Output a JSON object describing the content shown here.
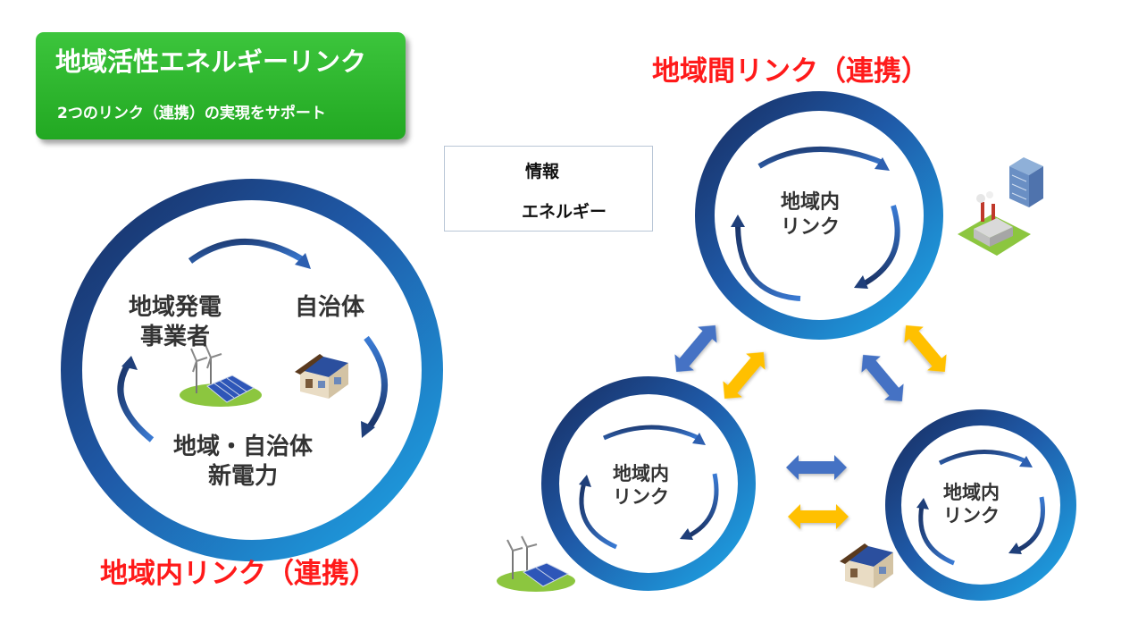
{
  "title_box": {
    "main": "地域活性エネルギーリンク",
    "sub": "2つのリンク（連携）の実現をサポート"
  },
  "legend": {
    "info_label": "情報",
    "energy_label": "エネルギー",
    "info_color": "#4472c4",
    "energy_color": "#ffc000"
  },
  "left_diagram": {
    "node_generator_line1": "地域発電",
    "node_generator_line2": "事業者",
    "node_municipality": "自治体",
    "node_power_line1": "地域・自治体",
    "node_power_line2": "新電力",
    "caption": "地域内リンク（連携）"
  },
  "right_diagram": {
    "caption": "地域間リンク（連携）",
    "circle_top_line1": "地域内",
    "circle_top_line2": "リンク",
    "circle_left_line1": "地域内",
    "circle_left_line2": "リンク",
    "circle_right_line1": "地域内",
    "circle_right_line2": "リンク"
  },
  "colors": {
    "heading_red": "#ff1a1a",
    "ring_dark": "#1f3f7a",
    "ring_light": "#1e9be0",
    "title_green": "#2bb52b"
  }
}
